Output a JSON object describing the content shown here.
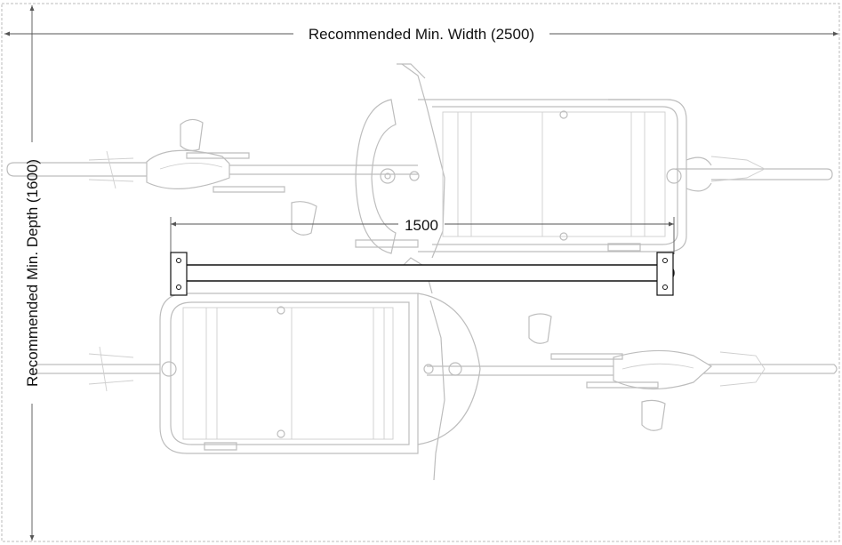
{
  "dimensions": {
    "width_label": "Recommended Min. Width (2500)",
    "depth_label": "Recommended Min. Depth (1600)",
    "rack_length_label": "1500"
  },
  "colors": {
    "background": "#ffffff",
    "ghost_bike": "#bdbdbd",
    "rack": "#111111",
    "dimension_line": "#555555"
  }
}
